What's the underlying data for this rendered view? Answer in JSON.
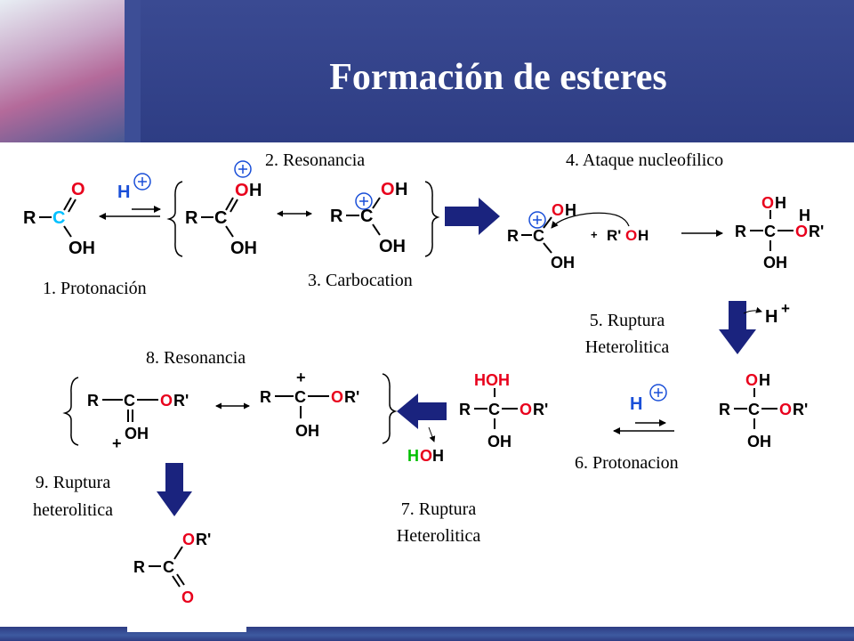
{
  "slide": {
    "title": "Formación de esteres"
  },
  "colors": {
    "header": "#2e3d84",
    "oxygen": "#e8001c",
    "carbon_highlight": "#00c0ff",
    "arrow_fill": "#1a237e"
  },
  "labels": {
    "step1": "1. Protonación",
    "step2": "2. Resonancia",
    "step3": "3. Carbocation",
    "step4": "4. Ataque nucleofilico",
    "step5_line1": "5. Ruptura",
    "step5_line2": "Heterolitica",
    "step6": "6. Protonacion",
    "step7_line1": "7. Ruptura",
    "step7_line2": "Heterolitica",
    "step8": "8. Resonancia",
    "step9_line1": "9. Ruptura",
    "step9_line2": "heterolitica"
  },
  "atoms": {
    "R": "R",
    "C": "C",
    "O": "O",
    "H": "H",
    "OH": "OH",
    "OR": "OR'",
    "HOH": "HOH",
    "RPrime": "R'",
    "plus": "+"
  }
}
